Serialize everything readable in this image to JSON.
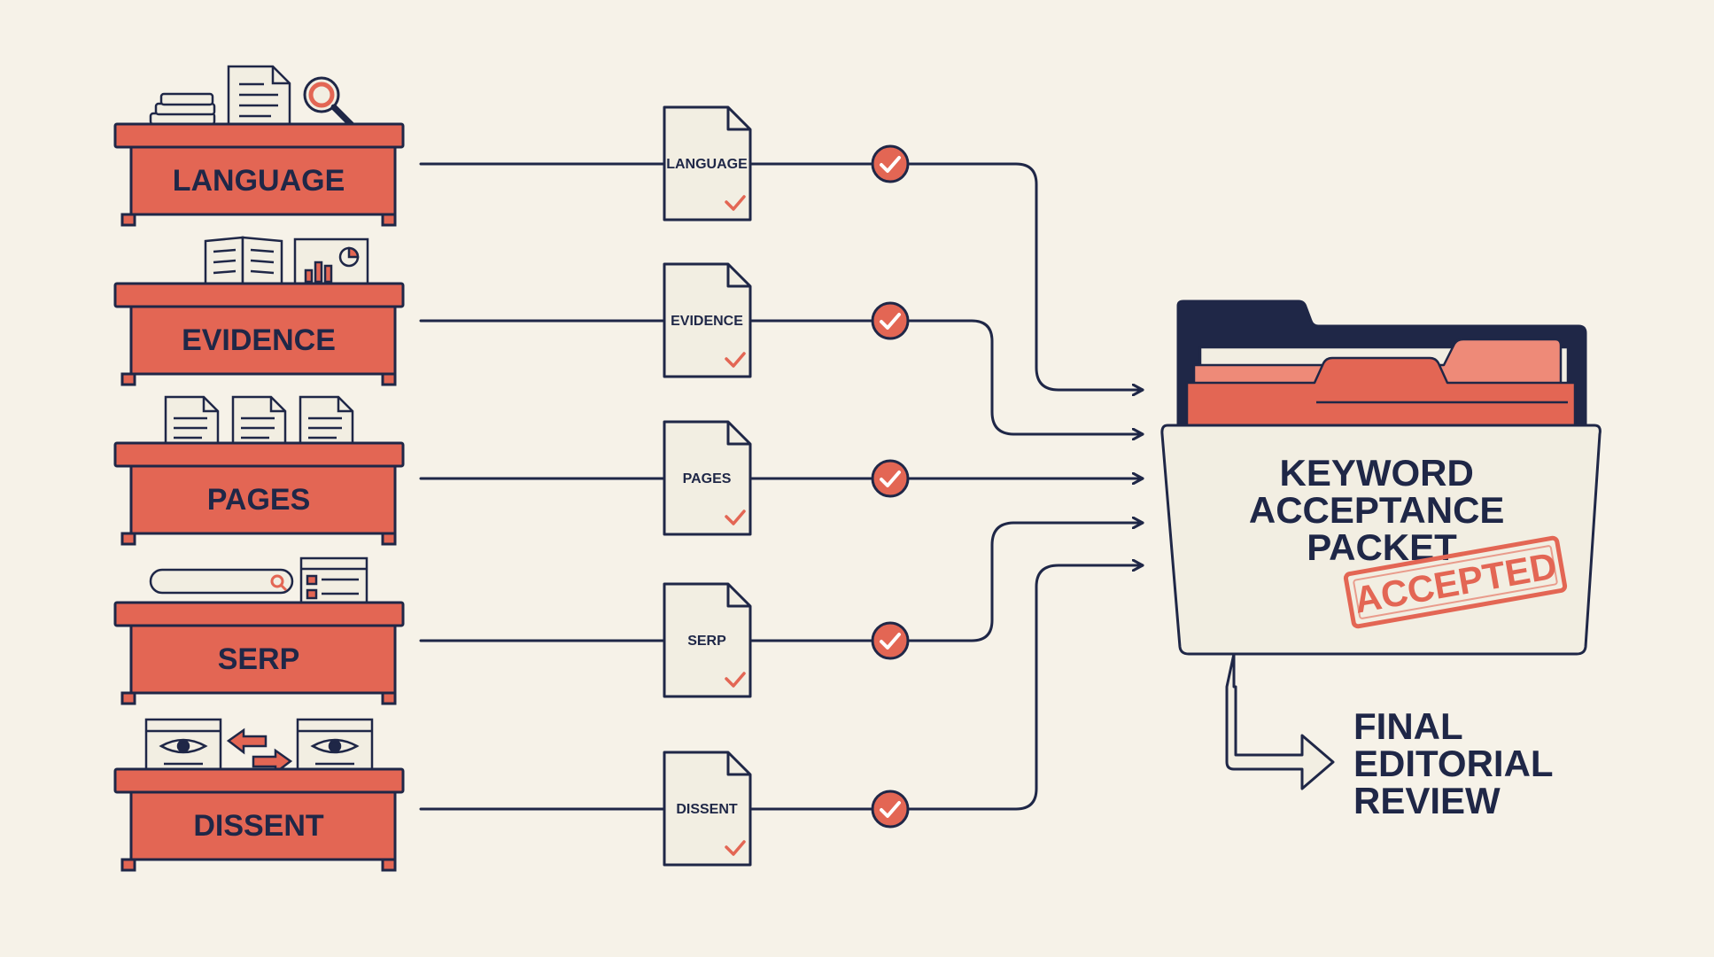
{
  "desks": [
    {
      "id": "language",
      "label": "LANGUAGE",
      "doc_label": "LANGUAGE"
    },
    {
      "id": "evidence",
      "label": "EVIDENCE",
      "doc_label": "EVIDENCE"
    },
    {
      "id": "pages",
      "label": "PAGES",
      "doc_label": "PAGES"
    },
    {
      "id": "serp",
      "label": "SERP",
      "doc_label": "SERP"
    },
    {
      "id": "dissent",
      "label": "DISSENT",
      "doc_label": "DISSENT"
    }
  ],
  "folder": {
    "title_lines": [
      "KEYWORD",
      "ACCEPTANCE",
      "PACKET"
    ],
    "stamp": "ACCEPTED"
  },
  "next_step": {
    "lines": [
      "FINAL",
      "EDITORIAL",
      "REVIEW"
    ]
  },
  "colors": {
    "background": "#f6f2e8",
    "desk": "#e36654",
    "ink": "#1f2747",
    "paper": "#f2eee2",
    "accent": "#e36654"
  }
}
